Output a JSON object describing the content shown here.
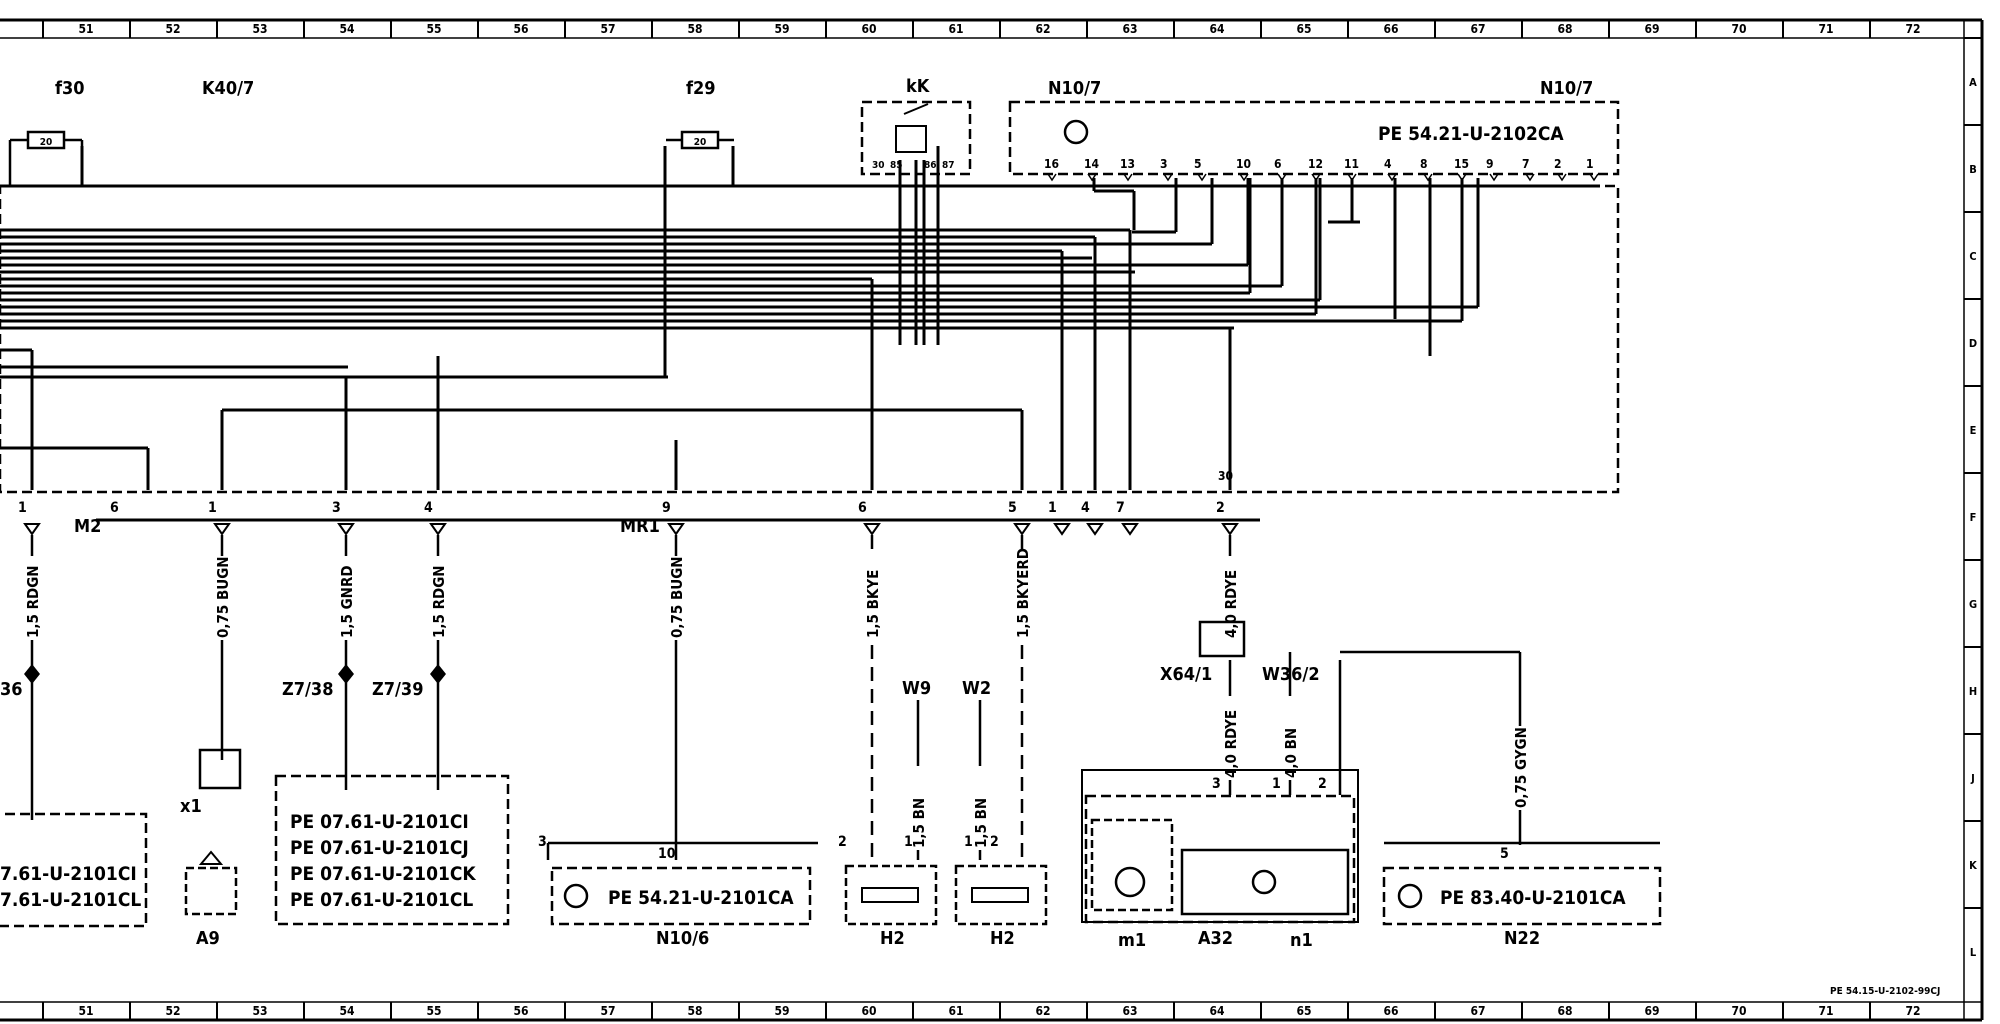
{
  "columns": [
    "51",
    "52",
    "53",
    "54",
    "55",
    "56",
    "57",
    "58",
    "59",
    "60",
    "61",
    "62",
    "63",
    "64",
    "65",
    "66",
    "67",
    "68",
    "69",
    "70",
    "71",
    "72"
  ],
  "rows": [
    "A",
    "B",
    "C",
    "D",
    "E",
    "F",
    "G",
    "H",
    "J",
    "K",
    "L"
  ],
  "components": {
    "f30": "f30",
    "k40_7": "K40/7",
    "f29": "f29",
    "kk": "kK",
    "n10_7": "N10/7",
    "fuse20": "20",
    "m2": "M2",
    "mr1": "MR1",
    "n10_6": "N10/6",
    "a9": "A9",
    "x1": "x1",
    "h2": "H2",
    "a32": "A32",
    "m1": "m1",
    "n1": "n1",
    "n22": "N22",
    "x64_1": "X64/1",
    "w36_2": "W36/2",
    "w9": "W9",
    "w2": "W2",
    "z36": "36",
    "z7_38": "Z7/38",
    "z7_39": "Z7/39"
  },
  "refs": {
    "n10_7": "PE  54.21-U-2102CA",
    "n10_6": "PE  54.21-U-2101CA",
    "n22": "PE  83.40-U-2101CA",
    "box_left": [
      "7.61-U-2101CI",
      "7.61-U-2101CL"
    ],
    "box_z7": [
      "PE  07.61-U-2101CI",
      "PE  07.61-U-2101CJ",
      "PE  07.61-U-2101CK",
      "PE  07.61-U-2101CL"
    ],
    "sheet": "PE 54.15-U-2102-99CJ"
  },
  "relay_pins": [
    "30",
    "85",
    "86",
    "87"
  ],
  "connector_pins": [
    "16",
    "14",
    "13",
    "3",
    "5",
    "10",
    "6",
    "12",
    "11",
    "4",
    "8",
    "15",
    "9",
    "7",
    "2",
    "1"
  ],
  "bottom_pins": [
    "1",
    "6",
    "1",
    "3",
    "4",
    "9",
    "6",
    "5",
    "1",
    "4",
    "7",
    "2",
    "30"
  ],
  "wires": {
    "w1": "1,5 RDGN",
    "w2": "0,75 BUGN",
    "w3": "1,5 GNRD",
    "w4": "1,5 RDGN",
    "w5": "0,75 BUGN",
    "w6": "1,5 BKYE",
    "w7": "1,5 BKYERD",
    "w8": "4,0 RDYE",
    "w9": "4,0 RDYE",
    "w10": "4,0 BN",
    "w11": "0,75 GYGN",
    "w12": "1,5 BN",
    "w13": "1,5 BN"
  },
  "lower_pins": {
    "n10_6_3": "3",
    "n10_6_10": "10",
    "h2a_2": "2",
    "h2a_1": "1",
    "h2b_1": "1",
    "h2b_2": "2",
    "a32_3": "3",
    "a32_1": "1",
    "a32_2": "2",
    "n22_5": "5"
  }
}
